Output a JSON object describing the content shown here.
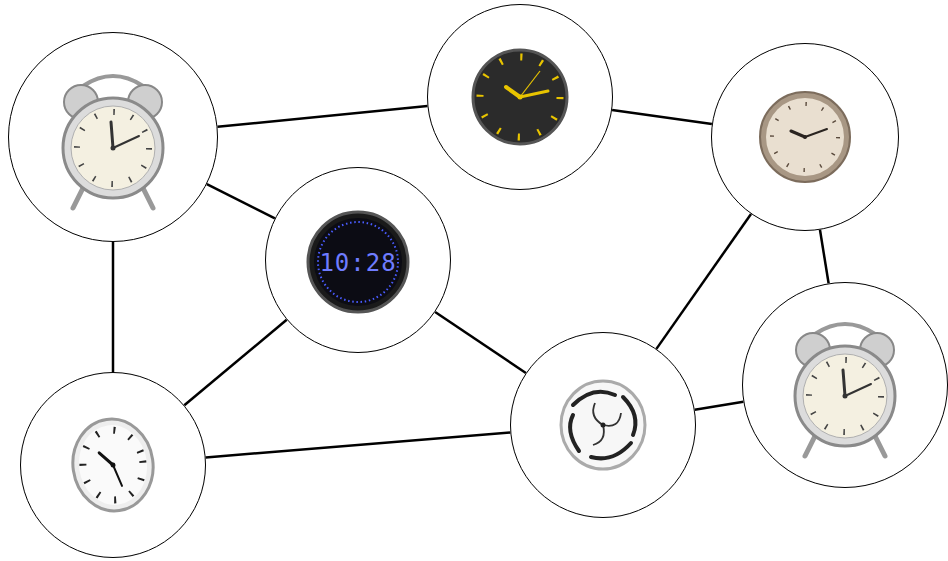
{
  "diagram": {
    "nodes": [
      {
        "text": []
      },
      {
        "text": []
      },
      {
        "text": []
      },
      {
        "text": [
          "10:28"
        ]
      },
      {
        "text": []
      },
      {
        "text": []
      },
      {
        "text": []
      }
    ],
    "edges": [
      {
        "from": 0,
        "to": 1,
        "arrow": "none"
      },
      {
        "from": 0,
        "to": 3,
        "arrow": "none"
      },
      {
        "from": 0,
        "to": 4,
        "arrow": "none"
      },
      {
        "from": 1,
        "to": 2,
        "arrow": "none"
      },
      {
        "from": 2,
        "to": 5,
        "arrow": "none"
      },
      {
        "from": 2,
        "to": 6,
        "arrow": "none"
      },
      {
        "from": 3,
        "to": 4,
        "arrow": "none"
      },
      {
        "from": 3,
        "to": 5,
        "arrow": "none"
      },
      {
        "from": 4,
        "to": 5,
        "arrow": "none"
      },
      {
        "from": 5,
        "to": 6,
        "arrow": "none"
      }
    ]
  }
}
